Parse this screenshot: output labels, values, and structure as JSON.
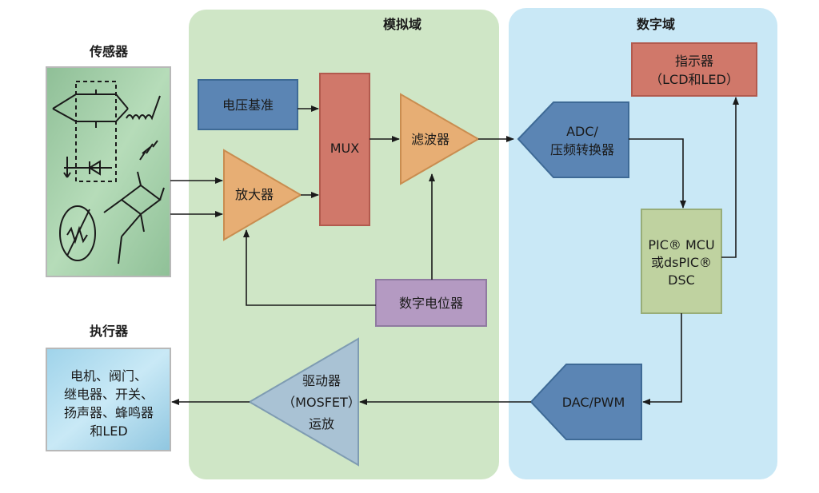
{
  "domains": {
    "analog": "模拟域",
    "digital": "数字域"
  },
  "sensor": {
    "title": "传感器"
  },
  "actuator": {
    "title": "执行器",
    "lines": [
      "电机、阀门、",
      "继电器、开关、",
      "扬声器、蜂鸣器",
      "和LED"
    ]
  },
  "blocks": {
    "vref": "电压基准",
    "mux": "MUX",
    "amp": "放大器",
    "filter": "滤波器",
    "digipot": "数字电位器",
    "driver": [
      "驱动器",
      "（MOSFET）",
      "运放"
    ],
    "adc": [
      "ADC/",
      "压频转换器"
    ],
    "display": [
      "指示器",
      "（LCD和LED）"
    ],
    "mcu": [
      "PIC® MCU",
      "或dsPIC®",
      "DSC"
    ],
    "dac": "DAC/PWM"
  },
  "colors": {
    "analog_bg": "#cfe6c6",
    "digital_bg": "#c9e8f6",
    "sensor_bg": "#9bcaa2",
    "actuator_bg": "#a9d8ec",
    "blue_block": "#5b85b4",
    "red_block": "#d0786a",
    "orange_tri": "#e7ae74",
    "purple_block": "#b49ac2",
    "mcu_block": "#bfd2a0",
    "driver_tri": "#a9c2d4"
  }
}
